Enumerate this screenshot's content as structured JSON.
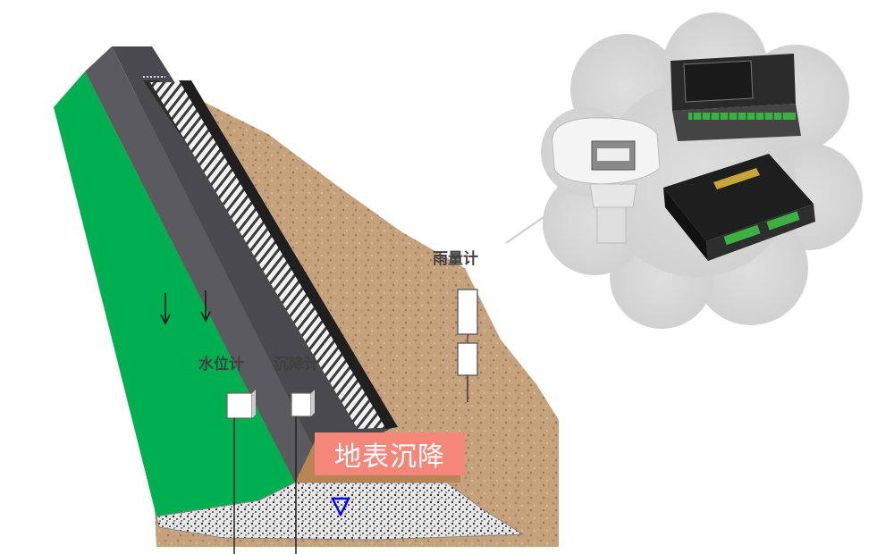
{
  "labels": {
    "rain_gauge": "雨量计",
    "water_level_gauge": "水位计",
    "settlement_gauge": "沉降计",
    "surface_settlement": "地表沉降"
  },
  "colors": {
    "grass": "#00b050",
    "soil": "#c6a27c",
    "wall": "#555559",
    "wall_top": "#6b6b6f",
    "rail": "#2b2b2b",
    "gravel": "#d9d9d9",
    "cloud": "#d4d4d4",
    "highlight_box": "#f4877a",
    "water_level_marker": "#0000ff"
  },
  "icons": {
    "gnss_receiver": "gnss-antenna-icon",
    "data_logger_screen": "data-logger-icon",
    "rtu_box": "rtu-device-icon",
    "rain_gauge_sensor": "rain-gauge-icon",
    "water_level_sensor": "water-level-sensor-icon",
    "settlement_sensor": "settlement-sensor-icon"
  }
}
